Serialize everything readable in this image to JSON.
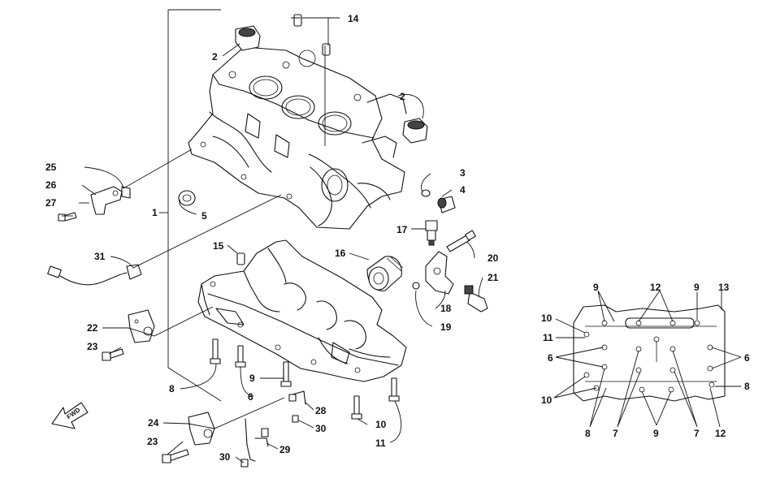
{
  "diagram": {
    "forward_label": "FWD",
    "callouts": [
      {
        "id": "c1",
        "text": "1"
      },
      {
        "id": "c2a",
        "text": "2"
      },
      {
        "id": "c2b",
        "text": "2"
      },
      {
        "id": "c3",
        "text": "3"
      },
      {
        "id": "c4",
        "text": "4"
      },
      {
        "id": "c5",
        "text": "5"
      },
      {
        "id": "c6a",
        "text": "6"
      },
      {
        "id": "c8a",
        "text": "8"
      },
      {
        "id": "c9a",
        "text": "9"
      },
      {
        "id": "c10a",
        "text": "10"
      },
      {
        "id": "c11a",
        "text": "11"
      },
      {
        "id": "c14",
        "text": "14"
      },
      {
        "id": "c15",
        "text": "15"
      },
      {
        "id": "c16",
        "text": "16"
      },
      {
        "id": "c17",
        "text": "17"
      },
      {
        "id": "c18",
        "text": "18"
      },
      {
        "id": "c19",
        "text": "19"
      },
      {
        "id": "c20",
        "text": "20"
      },
      {
        "id": "c21",
        "text": "21"
      },
      {
        "id": "c22",
        "text": "22"
      },
      {
        "id": "c23a",
        "text": "23"
      },
      {
        "id": "c23b",
        "text": "23"
      },
      {
        "id": "c24",
        "text": "24"
      },
      {
        "id": "c25",
        "text": "25"
      },
      {
        "id": "c26",
        "text": "26"
      },
      {
        "id": "c27",
        "text": "27"
      },
      {
        "id": "c28",
        "text": "28"
      },
      {
        "id": "c29",
        "text": "29"
      },
      {
        "id": "c30a",
        "text": "30"
      },
      {
        "id": "c30b",
        "text": "30"
      },
      {
        "id": "c31",
        "text": "31"
      },
      {
        "id": "p9a",
        "text": "9"
      },
      {
        "id": "p12a",
        "text": "12"
      },
      {
        "id": "p9b",
        "text": "9"
      },
      {
        "id": "p13",
        "text": "13"
      },
      {
        "id": "p10a",
        "text": "10"
      },
      {
        "id": "p11",
        "text": "11"
      },
      {
        "id": "p6a",
        "text": "6"
      },
      {
        "id": "p6b",
        "text": "6"
      },
      {
        "id": "p8a",
        "text": "8"
      },
      {
        "id": "p10b",
        "text": "10"
      },
      {
        "id": "p8b",
        "text": "8"
      },
      {
        "id": "p7a",
        "text": "7"
      },
      {
        "id": "p9c",
        "text": "9"
      },
      {
        "id": "p7b",
        "text": "7"
      },
      {
        "id": "p12b",
        "text": "12"
      }
    ]
  }
}
